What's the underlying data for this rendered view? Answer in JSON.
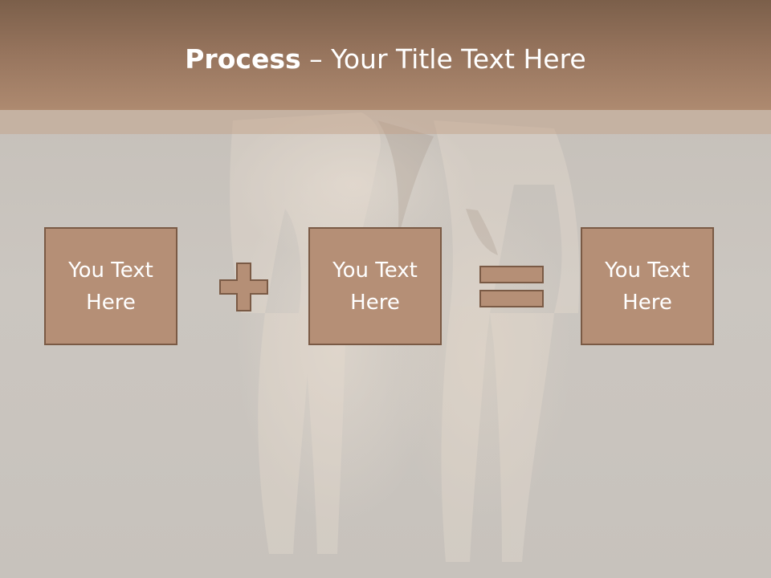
{
  "slide": {
    "title_bold": "Process",
    "title_rest": " – Your Title Text Here",
    "boxes": [
      {
        "label": "You Text Here"
      },
      {
        "label": "You Text Here"
      },
      {
        "label": "You Text Here"
      }
    ],
    "operators": [
      "plus-icon",
      "equals-icon"
    ]
  },
  "colors": {
    "title_bar": "#95735c",
    "box_fill": "#b58f76",
    "box_border": "#7a5a45",
    "background": "#c9c4be"
  }
}
